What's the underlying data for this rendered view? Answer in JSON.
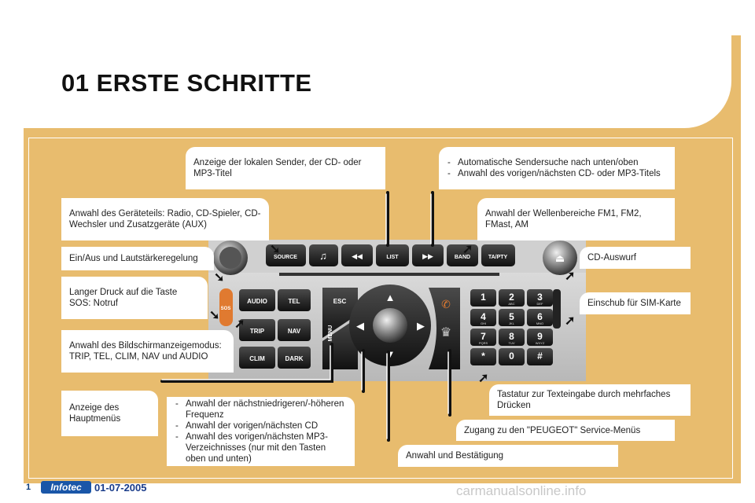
{
  "page": {
    "title": "01 ERSTE SCHRITTE",
    "page_number": "1",
    "footer_logo": "Infotec",
    "footer_date": "01-07-2005",
    "watermark": "carmanualsonline.info"
  },
  "callouts": {
    "local_stations": "Anzeige der lokalen Sender, der CD- oder MP3-Titel",
    "auto_search": [
      "Automatische Sendersuche nach unten/oben",
      "Anwahl des vorigen/nächsten CD- oder MP3-Titels"
    ],
    "source_select": "Anwahl des Geräteteils: Radio, CD-Spieler, CD-Wechsler und Zusatzgeräte (AUX)",
    "band_select": "Anwahl der Wellenbereiche FM1, FM2, FMast, AM",
    "power_volume": "Ein/Aus und Lautstärkeregelung",
    "cd_eject": "CD-Auswurf",
    "sos": "Langer Druck auf die Taste SOS: Notruf",
    "sim_slot": "Einschub für SIM-Karte",
    "display_mode": "Anwahl des Bildschirmanzeigemodus: TRIP, TEL, CLIM, NAV und AUDIO",
    "keypad": "Tastatur zur Texteingabe durch mehrfaches Drücken",
    "main_menu": "Anzeige des Hauptmenüs",
    "peugeot_menu": "Zugang zu den \"PEUGEOT\" Service-Menüs",
    "frequency": [
      "Anwahl der nächstniedrigeren/-höheren Frequenz",
      "Anwahl der vorigen/nächsten CD",
      "Anwahl des vorigen/nächsten MP3-Verzeichnisses (nur mit den Tasten oben und unten)"
    ],
    "select_confirm": "Anwahl und Bestätigung"
  },
  "radio": {
    "top_buttons": [
      "SOURCE",
      "♫",
      "◀◀",
      "LIST",
      "▶▶",
      "BAND",
      "TA/PTY"
    ],
    "left_buttons": [
      "AUDIO",
      "TEL",
      "TRIP",
      "NAV",
      "CLIM",
      "DARK"
    ],
    "esc": "ESC",
    "menu": "MENU",
    "sos": "SOS",
    "keys": [
      "1",
      "2",
      "3",
      "4",
      "5",
      "6",
      "7",
      "8",
      "9",
      "*",
      "0",
      "#"
    ],
    "key_letters": [
      "",
      "ABC",
      "DEF",
      "GHI",
      "JKL",
      "MNO",
      "PQRS",
      "TUV",
      "WXYZ",
      "",
      "",
      ""
    ]
  }
}
